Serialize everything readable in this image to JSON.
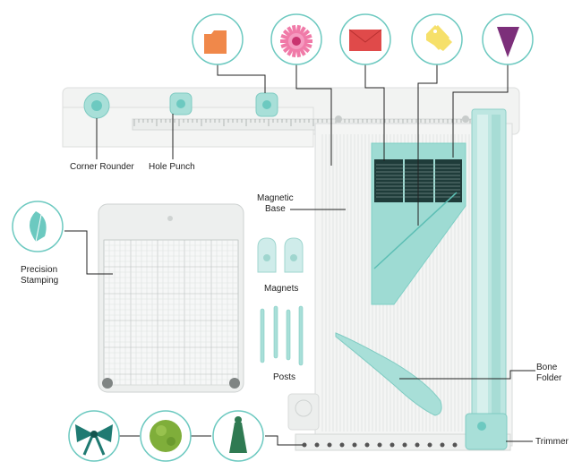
{
  "labels": {
    "corner_rounder": "Corner Rounder",
    "hole_punch": "Hole Punch",
    "magnetic_base_line1": "Magnetic",
    "magnetic_base_line2": "Base",
    "precision_stamping_line1": "Precision",
    "precision_stamping_line2": "Stamping",
    "magnets": "Magnets",
    "posts": "Posts",
    "bone_folder_line1": "Bone",
    "bone_folder_line2": "Folder",
    "trimmer": "Trimmer"
  },
  "icons": {
    "top": [
      "folder-tab-icon",
      "paper-rosette-icon",
      "envelope-icon",
      "gift-tag-icon",
      "pennant-icon"
    ],
    "bottom": [
      "ribbon-bow-icon",
      "pom-pom-icon",
      "tassel-icon"
    ],
    "left": "leaf-stamp-icon"
  },
  "colors": {
    "accent": "#6cc9c0",
    "mint": "#a8dfd8",
    "board": "#f3f4f3",
    "ruler": "#e9ebea",
    "folder": "#f0884a",
    "rosette": "#f07aa8",
    "envelope": "#e04a4a",
    "tag": "#f6e06a",
    "pennant": "#7c2f7a",
    "ribbon": "#1f7a72",
    "pompom": "#7fae3a",
    "tassel": "#2f7a52"
  }
}
